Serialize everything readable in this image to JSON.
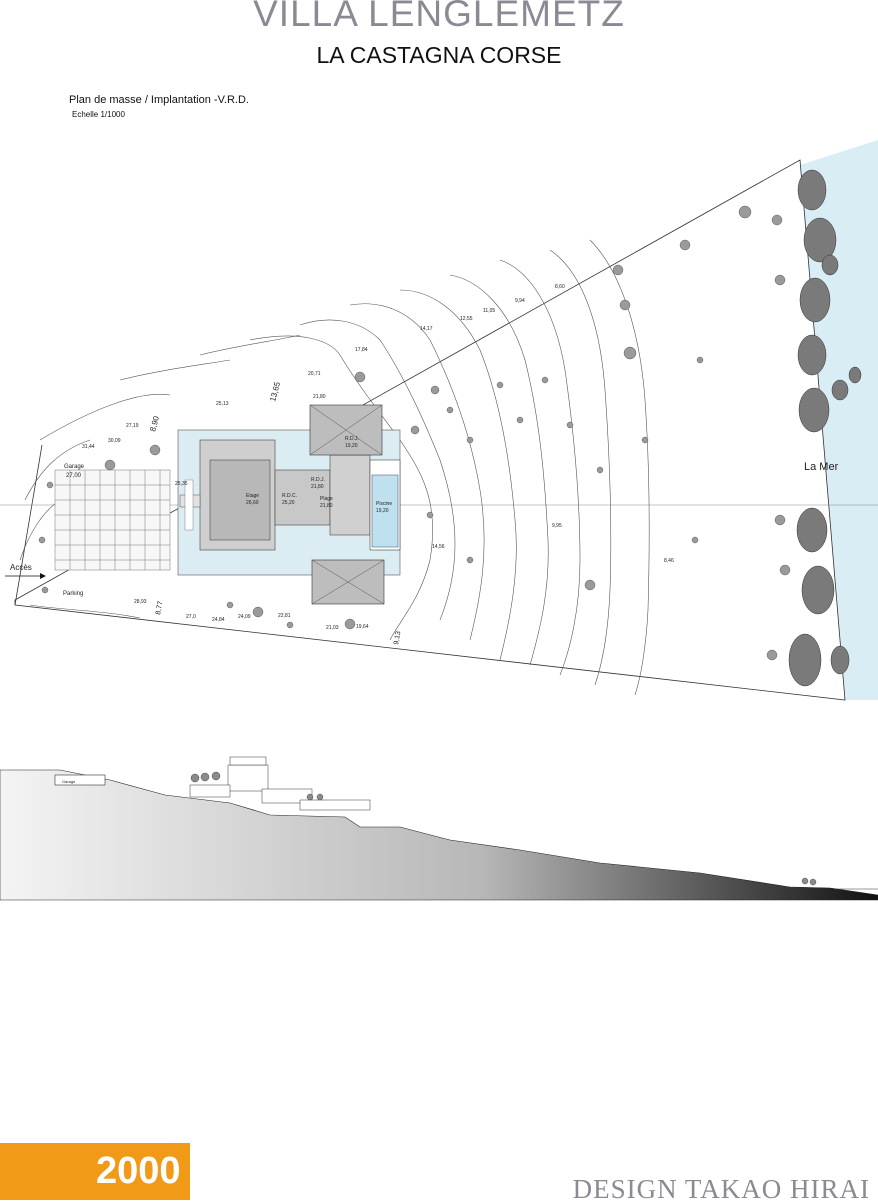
{
  "header": {
    "title": "VILLA LENGLEMETZ",
    "subtitle": "LA CASTAGNA CORSE"
  },
  "plan": {
    "label": "Plan de masse / Implantation  -V.R.D.",
    "scale": "Echelle 1/1000"
  },
  "site_labels": {
    "sea": "La Mer",
    "access": "Accès",
    "garage": "Garage",
    "garage_level": "27,00",
    "parking": "Parking",
    "etage": "Etage",
    "etage_level": "26,60",
    "rdc": "R.D.C.",
    "rdc_level": "25,20",
    "rdj_top": "R.D.J.",
    "rdj_top_level": "19,20",
    "rdj_mid": "R.D.J.",
    "rdj_mid_level": "21,80",
    "plage": "Plage",
    "plage_level": "21,80",
    "piscine": "Piscine",
    "piscine_level": "19,20"
  },
  "elevations": [
    {
      "value": "31,44"
    },
    {
      "value": "30,09"
    },
    {
      "value": "27,19"
    },
    {
      "value": "25,13"
    },
    {
      "value": "20,71"
    },
    {
      "value": "21,80"
    },
    {
      "value": "17,84"
    },
    {
      "value": "14,17"
    },
    {
      "value": "12,55"
    },
    {
      "value": "11,05"
    },
    {
      "value": "9,94"
    },
    {
      "value": "8,60"
    },
    {
      "value": "25,35"
    },
    {
      "value": "14,56"
    },
    {
      "value": "9,95"
    },
    {
      "value": "8,46"
    },
    {
      "value": "28,93"
    },
    {
      "value": "27,0"
    },
    {
      "value": "24,84"
    },
    {
      "value": "24,09"
    },
    {
      "value": "22,81"
    },
    {
      "value": "21,03"
    },
    {
      "value": "19,64"
    }
  ],
  "dimensions": {
    "dim_890": "8,90",
    "dim_1365": "13,65",
    "dim_877": "8,77",
    "dim_913": "9,13"
  },
  "section": {
    "garage": "Garage"
  },
  "footer": {
    "year": "2000",
    "designer": "DESIGN TAKAO HIRAI"
  },
  "colors": {
    "accent": "#f19a17",
    "water": "#d9edf5",
    "title_grey": "#8a8a94"
  }
}
